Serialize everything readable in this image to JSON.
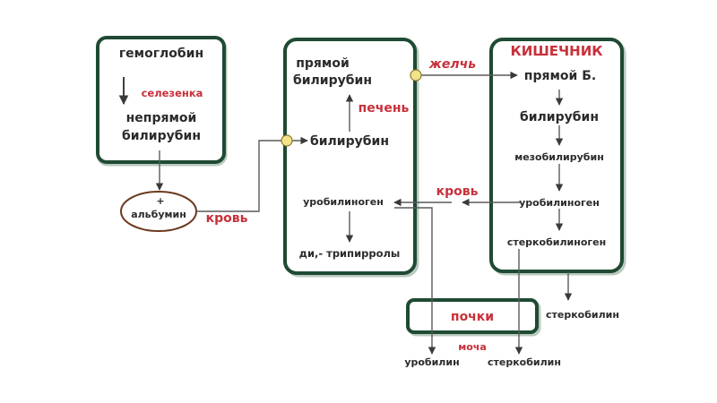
{
  "labels": {
    "hemoglobin": "гемоглобин",
    "spleen": "селезенка",
    "indirect_line1": "непрямой",
    "indirect_line2": "билирубин",
    "plus": "+",
    "albumin": "альбумин",
    "blood_left": "кровь",
    "direct_line1": "прямой",
    "direct_line2": "билирубин",
    "liver": "печень",
    "bilirubin_liver": "билирубин",
    "urobilinogen_liver": "уробилиноген",
    "dipyrroles": "ди,- трипирролы",
    "bile": "желчь",
    "intestine": "КИШЕЧНИК",
    "direct_b": "прямой Б.",
    "bilirubin_intestine": "билирубин",
    "mesobilirubin": "мезобилирубин",
    "urobilinogen_intestine": "уробилиноген",
    "stercobilinogen": "стеркобилиноген",
    "blood_right": "кровь",
    "kidneys": "почки",
    "urine": "моча",
    "stercobilin_right": "стеркобилин",
    "urobilin": "уробилин",
    "stercobilin_bottom": "стеркобилин"
  },
  "colors": {
    "box_border": "#1f4a33",
    "accent_red": "#c8303a",
    "text": "#2b2b2b",
    "junction_dot": "#f3e48c",
    "albumin_oval": "#6b3a1f"
  }
}
